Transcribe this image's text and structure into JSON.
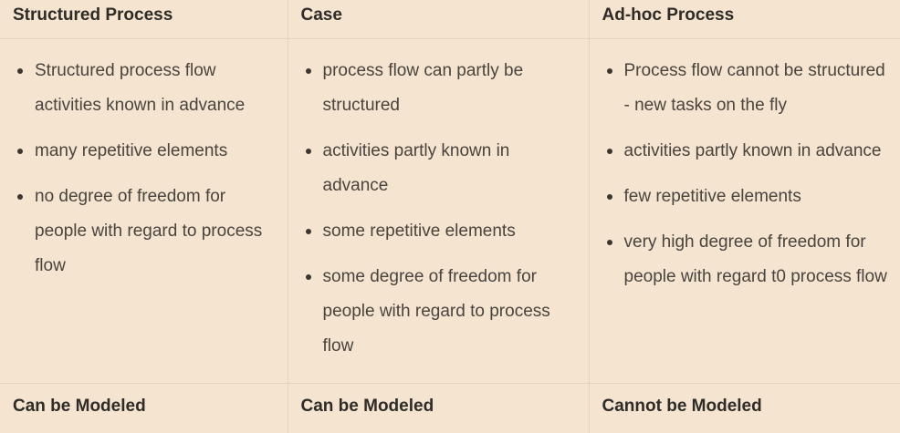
{
  "columns": [
    {
      "header": "Structured Process",
      "items": [
        "Structured process flow activities known in advance",
        "many repetitive elements",
        "no degree of freedom for people with regard to process flow"
      ],
      "footer": "Can be Modeled"
    },
    {
      "header": "Case",
      "items": [
        "process flow can partly be structured",
        "activities partly known in advance",
        "some repetitive elements",
        "some degree of freedom for people with regard to process flow"
      ],
      "footer": "Can be Modeled"
    },
    {
      "header": "Ad-hoc Process",
      "items": [
        "Process flow cannot be structured - new tasks on the fly",
        "activities partly known in advance",
        "few repetitive elements",
        "very high degree of freedom for people with regard t0 process flow"
      ],
      "footer": "Cannot be Modeled"
    }
  ]
}
